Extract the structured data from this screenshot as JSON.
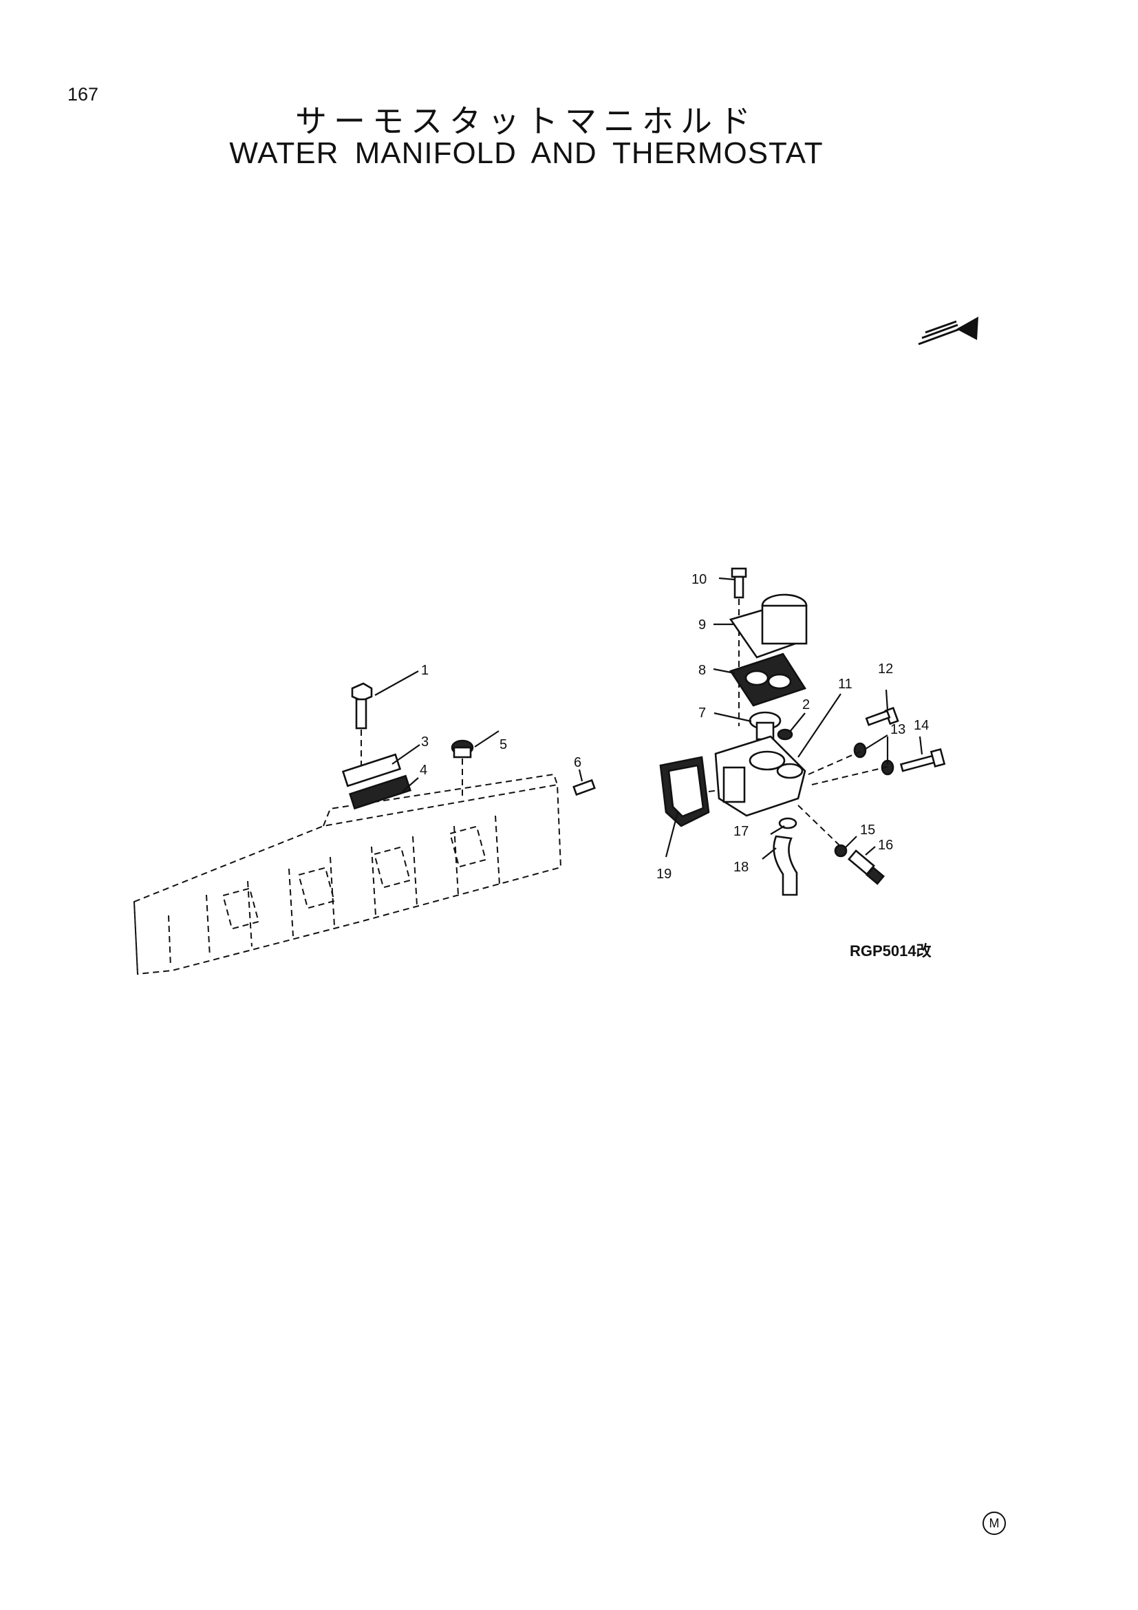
{
  "page": {
    "number": "167"
  },
  "title": {
    "japanese": "サーモスタットマニホルド",
    "english": "WATER MANIFOLD AND THERMOSTAT"
  },
  "figure": {
    "code": "RGP5014改",
    "mark": "M",
    "front_indicator_icon": "front-direction-arrow-icon",
    "callouts": [
      "1",
      "2",
      "3",
      "4",
      "5",
      "6",
      "7",
      "8",
      "9",
      "10",
      "11",
      "12",
      "13",
      "14",
      "15",
      "16",
      "17",
      "18",
      "19"
    ]
  }
}
